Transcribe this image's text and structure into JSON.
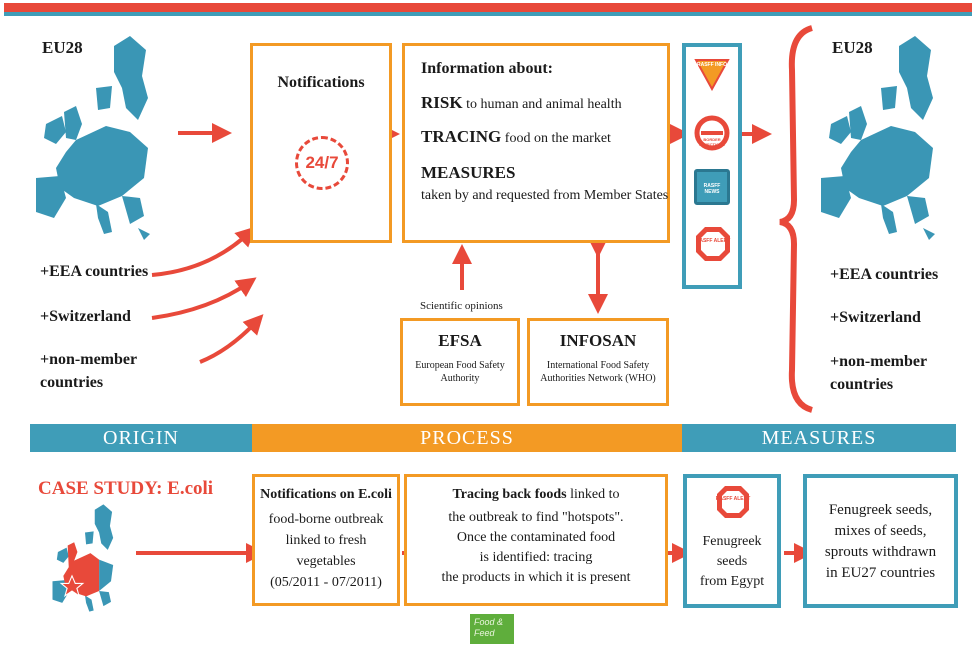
{
  "header": {
    "eu_left": "EU28",
    "eu_right": "EU28"
  },
  "left_sources": [
    "+EEA countries",
    "+Switzerland",
    "+non-member",
    "countries"
  ],
  "right_sources": [
    "+EEA countries",
    "+Switzerland",
    "+non-member",
    "countries"
  ],
  "notifications": {
    "title": "Notifications",
    "badge": "24/7"
  },
  "information": {
    "title": "Information about:",
    "risk_key": "RISK",
    "risk_text": "to human and animal health",
    "tracing_key": "TRACING",
    "tracing_text": "food on the market",
    "measures_key": "MEASURES",
    "measures_text": "taken by and requested from Member States"
  },
  "signs": {
    "info": "RASFF INFO",
    "border": "BORDER REJECTIONS",
    "news": "RASFF NEWS",
    "alert": "RASFF ALERT"
  },
  "efsa": {
    "opinions_label": "Scientific opinions",
    "title": "EFSA",
    "subtitle": "European Food Safety Authority"
  },
  "infosan": {
    "title": "INFOSAN",
    "subtitle": "International Food Safety Authorities Network (WHO)"
  },
  "bands": {
    "origin": "ORIGIN",
    "process": "PROCESS",
    "measures": "MEASURES",
    "colors": {
      "origin": "#3f9db8",
      "process": "#f39a24",
      "measures": "#3f9db8"
    }
  },
  "case_study": {
    "title": "CASE STUDY: E.coli",
    "box1_title": "Notifications on E.coli",
    "box1_lines": [
      "food-borne outbreak",
      "linked to fresh",
      "vegetables",
      "(05/2011 - 07/2011)"
    ],
    "box2_title": "Tracing back foods",
    "box2_title_rest": "linked to",
    "box2_lines": [
      "the outbreak to find \"hotspots\".",
      "Once the contaminated food",
      "is identified: tracing",
      "the products in which it is present"
    ],
    "box3_sign": "RASFF ALERT",
    "box3_lines": [
      "Fenugreek",
      "seeds",
      "from Egypt"
    ],
    "box4_lines": [
      "Fenugreek seeds,",
      "mixes of seeds,",
      "sprouts withdrawn",
      "in EU27 countries"
    ]
  },
  "footer_tag": [
    "Food &",
    "Feed"
  ]
}
